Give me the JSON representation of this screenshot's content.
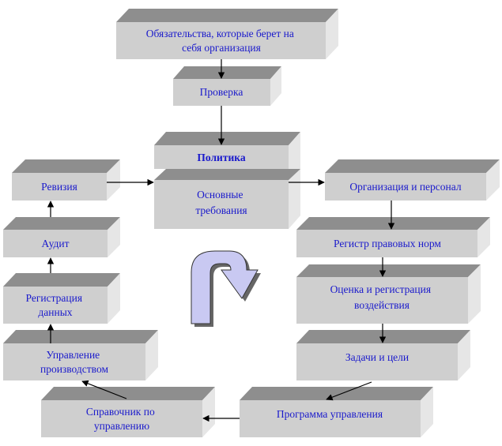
{
  "boxes": {
    "obligations": "Обязательства, которые берет на себя организация",
    "check": "Проверка",
    "policy": "Политика",
    "basic_requirements": "Основные требования",
    "revision": "Ревизия",
    "audit": "Аудит",
    "data_registration": "Регистрация данных",
    "production_management": "Управление производством",
    "management_handbook": "Справочник по управлению",
    "management_program": "Программа управления",
    "tasks_goals": "Задачи и цели",
    "impact_assessment": "Оценка и регистрация воздействия",
    "legal_register": "Регистр правовых норм",
    "organization_personnel": "Организация и персонал"
  },
  "colors": {
    "box_face": "#cfcfcf",
    "box_top": "#8e8e8e",
    "box_side": "#e6e6e6",
    "text": "#1a1acc",
    "cycle_arrow": "#c9c9f2"
  },
  "icons": {
    "cycle": "u-turn-arrow-icon"
  }
}
